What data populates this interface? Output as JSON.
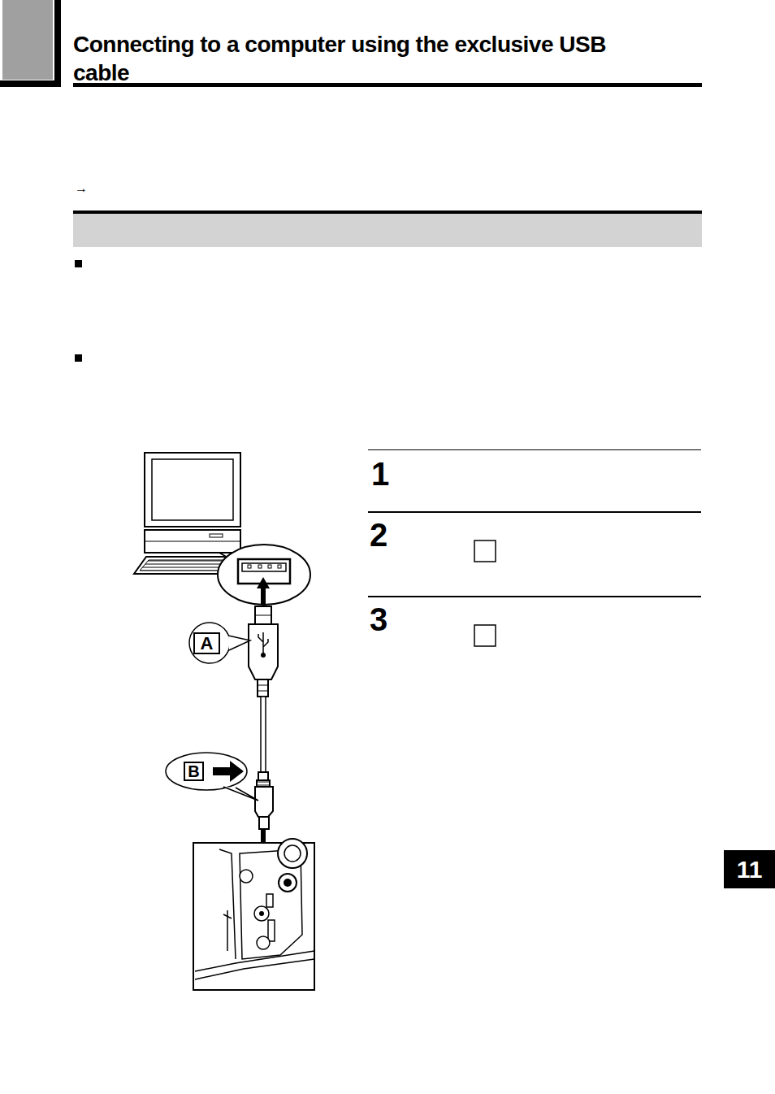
{
  "diagram": {
    "title": "Connecting to a computer using the exclusive USB cable",
    "labels": [
      "→",
      "1",
      "2",
      "3",
      "A",
      "B",
      "11"
    ]
  }
}
